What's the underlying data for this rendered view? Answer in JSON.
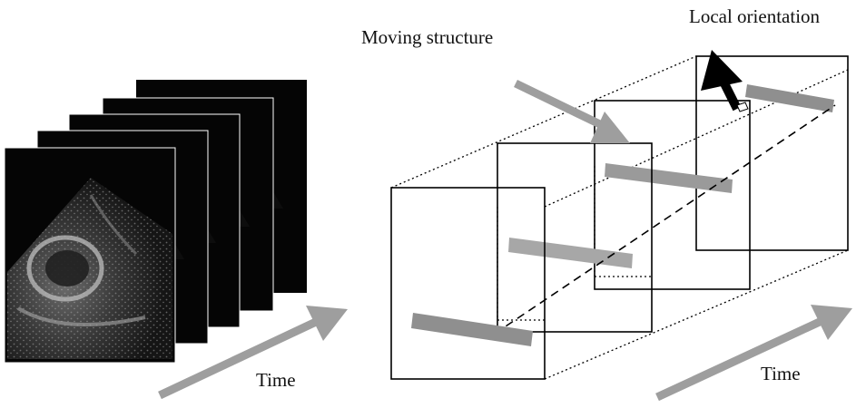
{
  "labels": {
    "moving_structure": "Moving structure",
    "local_orientation": "Local orientation",
    "time_left": "Time",
    "time_right": "Time"
  },
  "colors": {
    "background": "#ffffff",
    "gray_bar": "#8f8f8f",
    "light_bar": "#b3b3b3",
    "frame_line": "#000000",
    "ultrasound_bg": "#050505"
  },
  "icons": {
    "time_arrow": "arrow-up-right-icon",
    "moving_structure_arrow": "arrow-down-right-icon",
    "local_orientation_arrow": "arrow-up-black-icon"
  }
}
